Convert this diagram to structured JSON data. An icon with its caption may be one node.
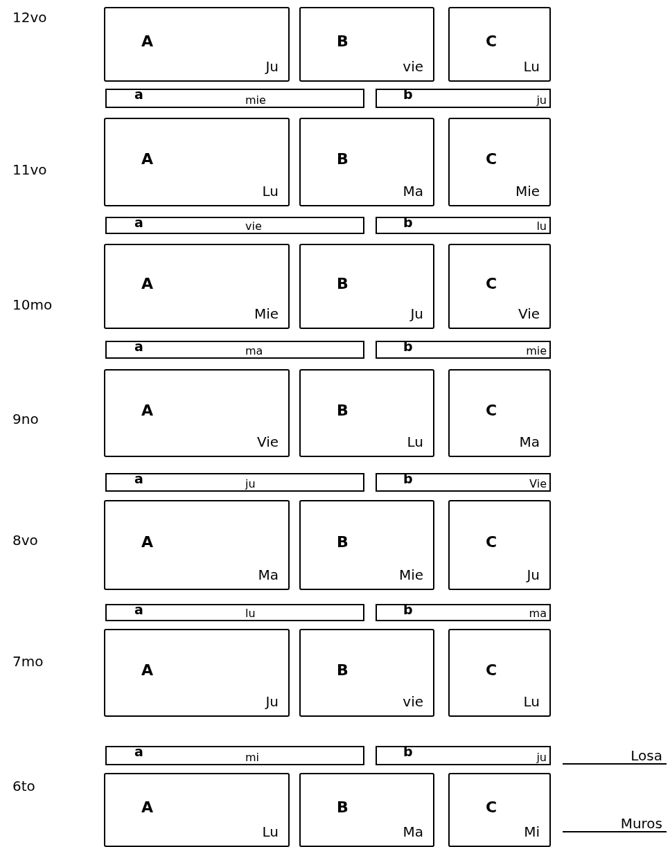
{
  "diagram": {
    "nodes": [
      {
        "text": [
          "A",
          "Ju"
        ]
      },
      {
        "text": [
          "B",
          "vie"
        ]
      },
      {
        "text": [
          "C",
          "Lu"
        ]
      },
      {
        "text": [
          "a",
          "mie"
        ]
      },
      {
        "text": [
          "b",
          "ju"
        ]
      },
      {
        "text": [
          "A",
          "Lu"
        ]
      },
      {
        "text": [
          "B",
          "Ma"
        ]
      },
      {
        "text": [
          "C",
          "Mie"
        ]
      },
      {
        "text": [
          "a",
          "vie"
        ]
      },
      {
        "text": [
          "b",
          "lu"
        ]
      },
      {
        "text": [
          "A",
          "Mie"
        ]
      },
      {
        "text": [
          "B",
          "Ju"
        ]
      },
      {
        "text": [
          "C",
          "Vie"
        ]
      },
      {
        "text": [
          "a",
          "ma"
        ]
      },
      {
        "text": [
          "b",
          "mie"
        ]
      },
      {
        "text": [
          "A",
          "Vie"
        ]
      },
      {
        "text": [
          "B",
          "Lu"
        ]
      },
      {
        "text": [
          "C",
          "Ma"
        ]
      },
      {
        "text": [
          "a",
          "ju"
        ]
      },
      {
        "text": [
          "b",
          "Vie"
        ]
      },
      {
        "text": [
          "A",
          "Ma"
        ]
      },
      {
        "text": [
          "B",
          "Mie"
        ]
      },
      {
        "text": [
          "C",
          "Ju"
        ]
      },
      {
        "text": [
          "a",
          "lu"
        ]
      },
      {
        "text": [
          "b",
          "ma"
        ]
      },
      {
        "text": [
          "A",
          "Ju"
        ]
      },
      {
        "text": [
          "B",
          "vie"
        ]
      },
      {
        "text": [
          "C",
          "Lu"
        ]
      },
      {
        "text": [
          "a",
          "mi"
        ]
      },
      {
        "text": [
          "b",
          "ju"
        ]
      },
      {
        "text": [
          "A",
          "Lu"
        ]
      },
      {
        "text": [
          "B",
          "Ma"
        ]
      },
      {
        "text": [
          "C",
          "Mi"
        ]
      }
    ],
    "labels": [
      "12vo",
      "11vo",
      "10mo",
      "9no",
      "8vo",
      "7mo",
      "6to",
      "Losa",
      "Muros"
    ]
  }
}
